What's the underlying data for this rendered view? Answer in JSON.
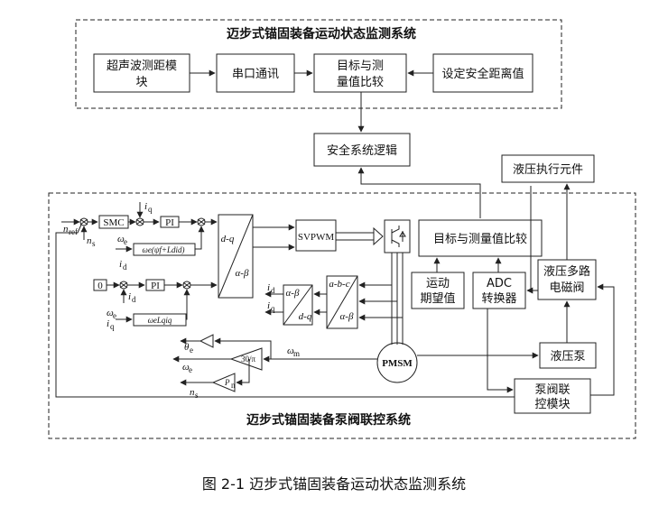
{
  "top_system": {
    "title": "迈步式锚固装备运动状态监测系统",
    "blocks": {
      "ultrasonic_line1": "超声波测距模",
      "ultrasonic_line2": "块",
      "serial": "串口通讯",
      "compare_line1": "目标与测",
      "compare_line2": "量值比较",
      "set_distance": "设定安全距离值"
    }
  },
  "safety_logic": "安全系统逻辑",
  "hydraulic_actuator": "液压执行元件",
  "bottom_system": {
    "title": "迈步式锚固装备泵阀联控系统",
    "target_compare": "目标与测量值比较",
    "motion_line1": "运动",
    "motion_line2": "期望值",
    "adc_line1": "ADC",
    "adc_line2": "转换器",
    "valve_line1": "液压多路",
    "valve_line2": "电磁阀",
    "pump": "液压泵",
    "pump_valve_line1": "泵阀联",
    "pump_valve_line2": "控模块",
    "svpwm": "SVPWM",
    "pmsm": "PMSM",
    "smc": "SMC",
    "pi": "PI",
    "zero": "0",
    "dq_top": "d-q",
    "dq_bottom": "α-β",
    "ab_top": "α-β",
    "ab_bottom": "d-q",
    "abc_top": "a-b-c",
    "abc_bottom": "α-β",
    "gain_30pi": "30/π",
    "gain_pn": "P",
    "gain_pn_sub": "n",
    "decouple1": "ωe(ψf+Ldid)",
    "decouple2": "ωeLqiq",
    "labels": {
      "n_ref": "n",
      "n_ref_sub": "ref",
      "n_s": "n",
      "n_s_sub": "s",
      "i_q": "i",
      "i_q_sub": "q",
      "i_d": "i",
      "i_d_sub": "d",
      "omega_e": "ω",
      "omega_e_sub": "e",
      "omega_m": "ω",
      "omega_m_sub": "m",
      "theta_e": "θ",
      "theta_e_sub": "e"
    }
  },
  "caption": "图 2-1 迈步式锚固装备运动状态监测系统"
}
